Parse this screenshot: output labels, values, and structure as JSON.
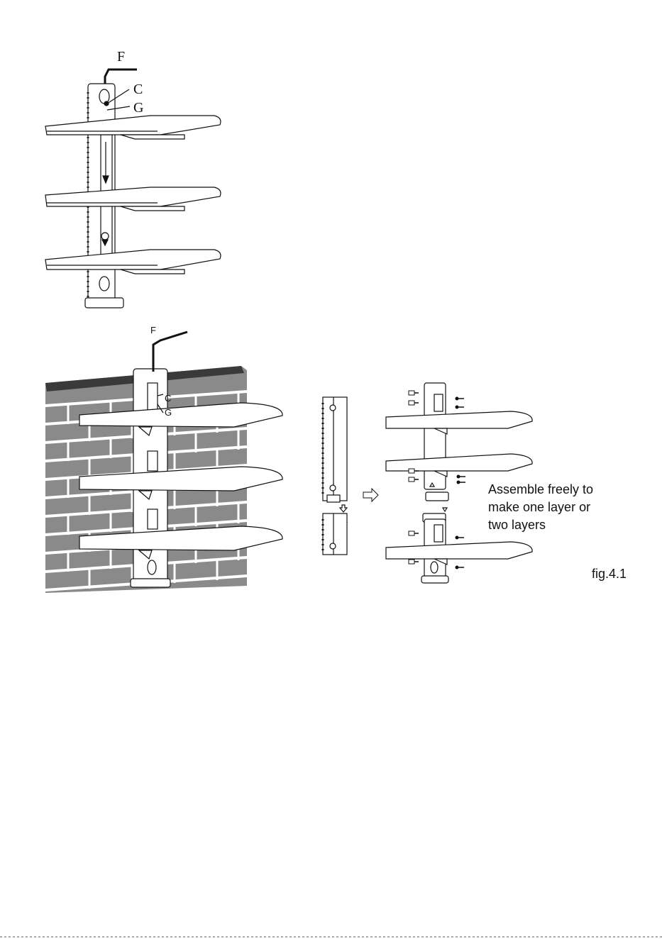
{
  "labels": {
    "top": {
      "wrench": "F",
      "screw": "C",
      "washer": "G"
    },
    "wall": {
      "wrench": "F",
      "screw": "C",
      "washer": "G"
    }
  },
  "caption": [
    "Assemble freely to",
    "make one layer or",
    "two layers"
  ],
  "figure_id": "fig.4.1",
  "colors": {
    "ink": "#111111",
    "brick": "#888888",
    "wall_top": "#3a3a3a",
    "mortar": "#ffffff"
  }
}
